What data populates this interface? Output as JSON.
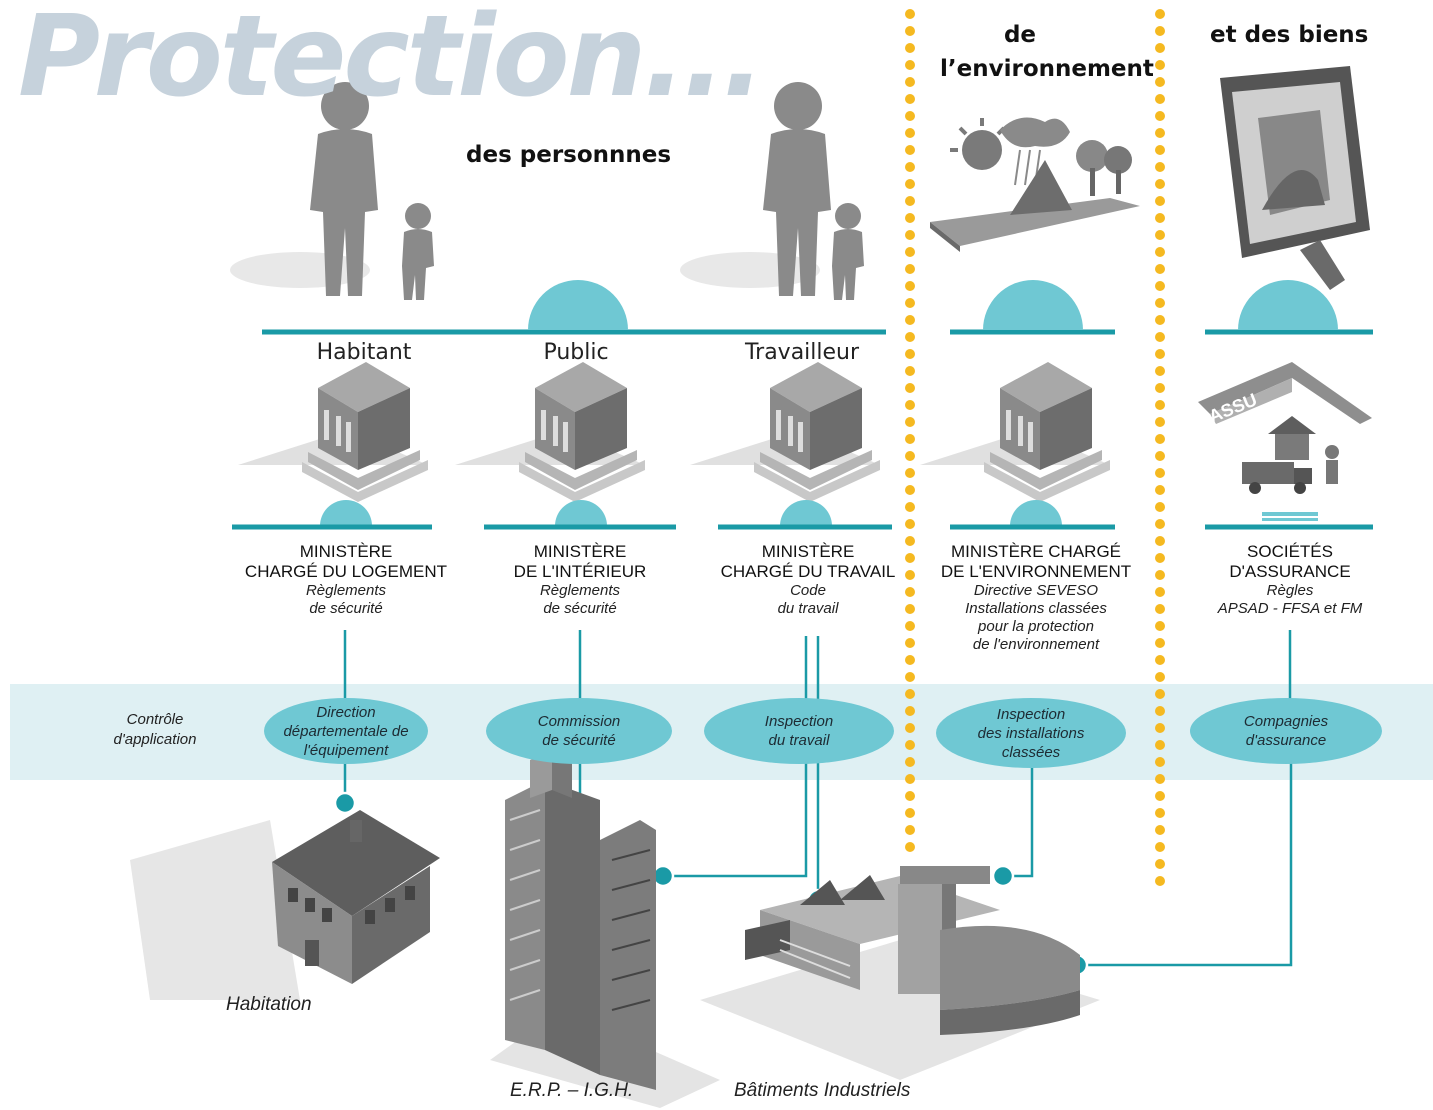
{
  "title": "Protection...",
  "headings": {
    "people": "des personnnes",
    "environment_line1": "de",
    "environment_line2": "l’environnement",
    "goods": "et des biens"
  },
  "categories": [
    "Habitant",
    "Public",
    "Travailleur"
  ],
  "authorities": [
    {
      "name1": "MINISTÈRE",
      "name2": "CHARGÉ DU LOGEMENT",
      "reg": [
        "Règlements",
        "de sécurité"
      ]
    },
    {
      "name1": "MINISTÈRE",
      "name2": "DE L'INTÉRIEUR",
      "reg": [
        "Règlements",
        "de sécurité"
      ]
    },
    {
      "name1": "MINISTÈRE",
      "name2": "CHARGÉ DU TRAVAIL",
      "reg": [
        "Code",
        "du travail"
      ]
    },
    {
      "name1": "MINISTÈRE CHARGÉ",
      "name2": "DE L'ENVIRONNEMENT",
      "reg": [
        "Directive SEVESO",
        "Installations classées",
        "pour la protection",
        "de l'environnement"
      ]
    },
    {
      "name1": "SOCIÉTÉS",
      "name2": "D'ASSURANCE",
      "reg": [
        "Règles",
        "APSAD - FFSA et FM"
      ]
    }
  ],
  "control_label": [
    "Contrôle",
    "d'application"
  ],
  "controls": [
    [
      "Direction",
      "départementale de",
      "l'équipement"
    ],
    [
      "Commission",
      "de sécurité"
    ],
    [
      "Inspection",
      "du travail"
    ],
    [
      "Inspection",
      "des installations",
      "classées"
    ],
    [
      "Compagnies",
      "d'assurance"
    ]
  ],
  "insurance_sign": "ASSU",
  "buildings": {
    "house": "Habitation",
    "tower": "E.R.P. – I.G.H.",
    "industrial": "Bâtiments Industriels"
  },
  "colors": {
    "teal": "#1a9aa6",
    "oval": "#6fc8d3",
    "band": "#dff0f3",
    "dots": "#f5b920",
    "title": "#c6d2dc"
  }
}
